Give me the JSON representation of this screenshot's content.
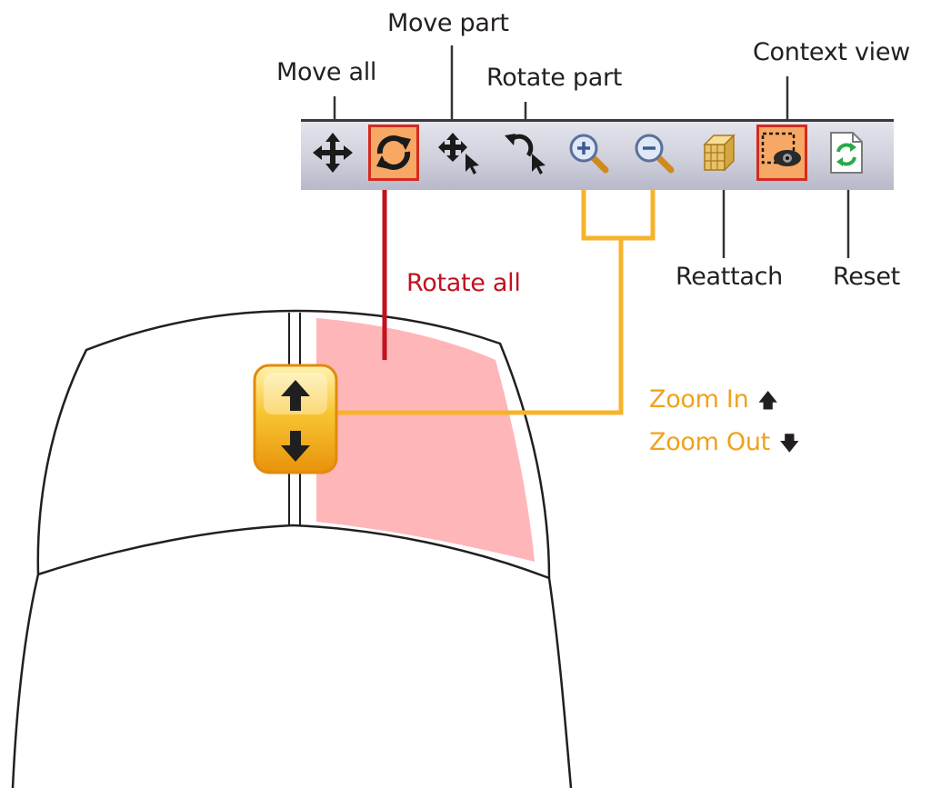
{
  "toolbar": {
    "buttons": [
      {
        "name": "move-all",
        "icon": "move-all-icon",
        "highlighted": false
      },
      {
        "name": "rotate-all",
        "icon": "rotate-all-icon",
        "highlighted": true
      },
      {
        "name": "move-part",
        "icon": "move-part-icon",
        "highlighted": false
      },
      {
        "name": "rotate-part",
        "icon": "rotate-part-icon",
        "highlighted": false
      },
      {
        "name": "zoom-in",
        "icon": "zoom-in-icon",
        "highlighted": false
      },
      {
        "name": "zoom-out",
        "icon": "zoom-out-icon",
        "highlighted": false
      },
      {
        "name": "reattach",
        "icon": "reattach-icon",
        "highlighted": false
      },
      {
        "name": "context-view",
        "icon": "context-view-icon",
        "highlighted": true
      },
      {
        "name": "reset",
        "icon": "reset-icon",
        "highlighted": false
      }
    ]
  },
  "labels": {
    "move_all": "Move all",
    "move_part": "Move part",
    "rotate_part": "Rotate part",
    "context_view": "Context view",
    "reattach": "Reattach",
    "reset": "Reset",
    "rotate_all": "Rotate all",
    "zoom_in": "Zoom In",
    "zoom_out": "Zoom Out"
  },
  "colors": {
    "highlight_fill": "#f6a864",
    "highlight_border": "#d32b1f",
    "rotate_connector": "#c1121f",
    "zoom_connector": "#f7b32b",
    "mouse_button_highlight": "#ffb6b9",
    "scroll_wheel": "#f4a81d"
  }
}
